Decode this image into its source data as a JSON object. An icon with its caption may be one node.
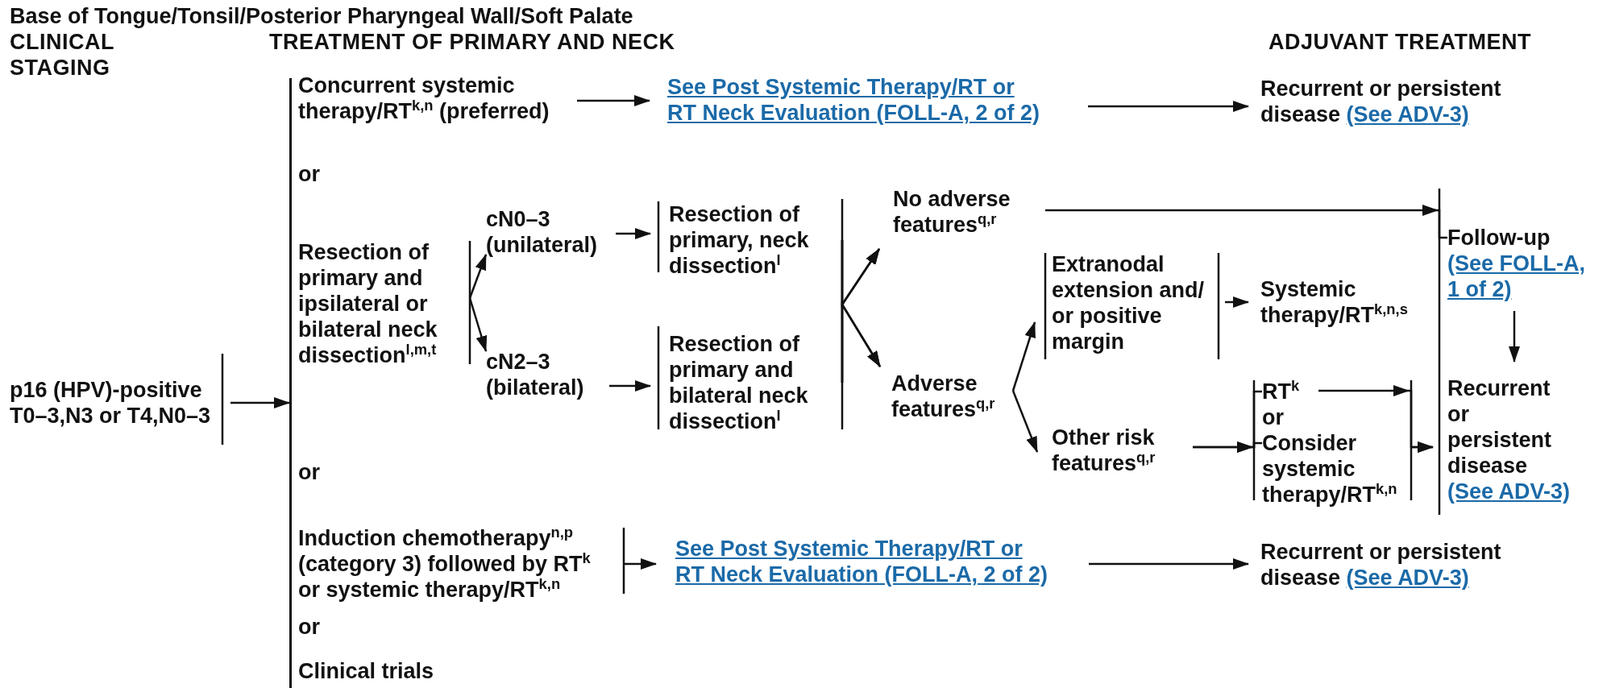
{
  "diagram": {
    "title": "Base of Tongue/Tonsil/Posterior Pharyngeal Wall/Soft Palate",
    "nodes": [
      {
        "text": [
          "p16 (HPV)-positive T0–3,N3 or T4,N0–3"
        ]
      },
      {
        "text": [
          "Concurrent systemic therapy/RT$^{k,n}$ (preferred)"
        ]
      },
      {
        "text": [
          "See Post Systemic Therapy/RT or RT Neck Evaluation (FOLL-A, 2 of 2)"
        ]
      },
      {
        "text": [
          "Recurrent or persistent disease",
          "(See ADV-3)"
        ]
      },
      {
        "text": [
          "Resection of primary and ipsilateral or bilateral neck dissection$^{l,m,t}$"
        ]
      },
      {
        "text": [
          "cN0–3 (unilateral)"
        ]
      },
      {
        "text": [
          "cN2–3 (bilateral)"
        ]
      },
      {
        "text": [
          "Resection of primary, neck dissection$^{l}$"
        ]
      },
      {
        "text": [
          "Resection of primary and bilateral neck dissection$^{l}$"
        ]
      },
      {
        "text": [
          "No adverse features$^{q,r}$"
        ]
      },
      {
        "text": [
          "Adverse features$^{q,r}$"
        ]
      },
      {
        "text": [
          "Extranodal extension and/ or positive margin"
        ]
      },
      {
        "text": [
          "Other risk features$^{q,r}$"
        ]
      },
      {
        "text": [
          "Systemic therapy/RT$^{k,n,s}$"
        ]
      },
      {
        "text": [
          "RT$^{k}$"
        ]
      },
      {
        "text": [
          "Consider systemic therapy/RT$^{k,n}$"
        ]
      },
      {
        "text": [
          "Follow-up",
          "(See FOLL-A, 1 of 2)"
        ]
      },
      {
        "text": [
          "Recurrent or persistent disease",
          "(See ADV-3)"
        ]
      },
      {
        "text": [
          "Induction chemotherapy$^{n,p}$ (category 3) followed by RT$^{k}$ or systemic therapy/RT$^{k,n}$"
        ]
      },
      {
        "text": [
          "See Post Systemic Therapy/RT or RT Neck Evaluation (FOLL-A, 2 of 2)"
        ]
      },
      {
        "text": [
          "Recurrent or persistent disease",
          "(See ADV-3)"
        ]
      },
      {
        "text": [
          "Clinical trials"
        ]
      },
      {
        "text": [],
        "shape": "bar"
      }
    ],
    "edges": [
      {
        "from": 0,
        "to": 22,
        "arrow": "to"
      },
      {
        "from": 1,
        "to": 2,
        "arrow": "to"
      },
      {
        "from": 2,
        "to": 3,
        "arrow": "to"
      },
      {
        "from": 4,
        "to": 5,
        "arrow": "to"
      },
      {
        "from": 4,
        "to": 6,
        "arrow": "to"
      },
      {
        "from": 5,
        "to": 7,
        "arrow": "to"
      },
      {
        "from": 6,
        "to": 8,
        "arrow": "to"
      },
      {
        "from": 7,
        "to": 9,
        "arrow": "to"
      },
      {
        "from": 8,
        "to": 9,
        "arrow": "to"
      },
      {
        "from": 7,
        "to": 10,
        "arrow": "to"
      },
      {
        "from": 8,
        "to": 10,
        "arrow": "to"
      },
      {
        "from": 9,
        "to": 16,
        "arrow": "to"
      },
      {
        "from": 10,
        "to": 11,
        "arrow": "to"
      },
      {
        "from": 10,
        "to": 12,
        "arrow": "to"
      },
      {
        "from": 11,
        "to": 13,
        "arrow": "to"
      },
      {
        "from": 12,
        "to": 14,
        "arrow": "to"
      },
      {
        "from": 12,
        "to": 15,
        "arrow": "to"
      },
      {
        "from": 14,
        "to": 17,
        "arrow": "to"
      },
      {
        "from": 15,
        "to": 17,
        "arrow": "to"
      },
      {
        "from": 16,
        "to": 17,
        "arrow": "to"
      },
      {
        "from": 18,
        "to": 19,
        "arrow": "to"
      },
      {
        "from": 19,
        "to": 20,
        "arrow": "to"
      }
    ],
    "labels": [
      "CLINICAL STAGING",
      "TREATMENT OF PRIMARY AND NECK",
      "ADJUVANT TREATMENT",
      "or",
      "or",
      "or",
      "or"
    ]
  }
}
